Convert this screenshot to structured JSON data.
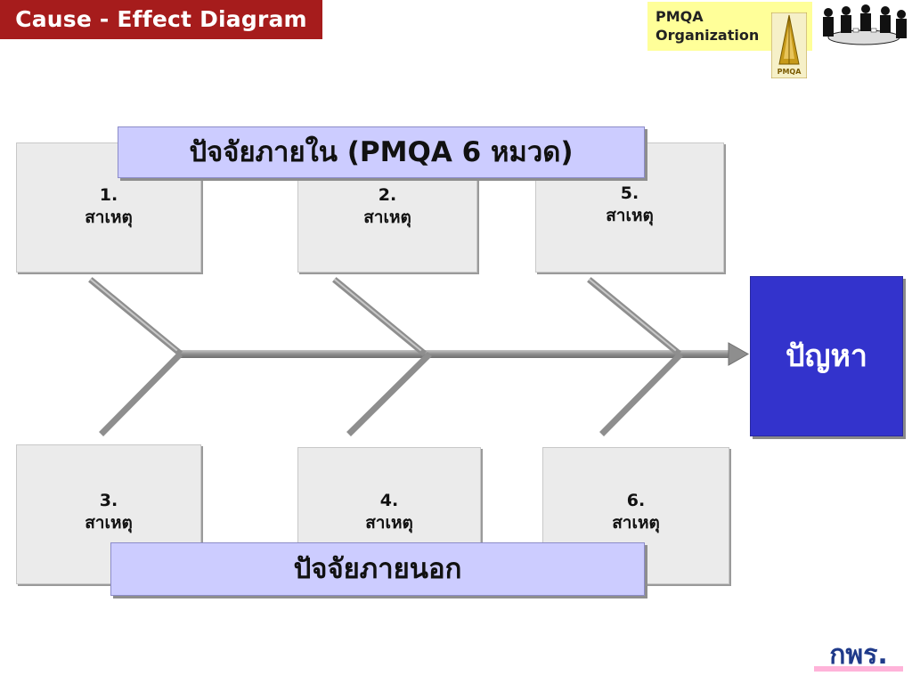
{
  "header": {
    "title": "Cause - Effect  Diagram"
  },
  "org_banner": {
    "line1": "PMQA",
    "line2": "Organization",
    "logo_text": "PMQA",
    "logo_icon": "pmqa-tower-logo-icon",
    "people_icon": "meeting-people-illustration"
  },
  "internal_factor": {
    "label": "ปัจจัยภายใน (PMQA 6 หมวด)"
  },
  "external_factor": {
    "label": "ปัจจัยภายนอก"
  },
  "causes": [
    {
      "num": "1.",
      "label": "สาเหตุ"
    },
    {
      "num": "2.",
      "label": "สาเหตุ"
    },
    {
      "num": "5.",
      "label": "สาเหตุ"
    },
    {
      "num": "3.",
      "label": "สาเหตุ"
    },
    {
      "num": "4.",
      "label": "สาเหตุ"
    },
    {
      "num": "6.",
      "label": "สาเหตุ"
    }
  ],
  "problem": {
    "label": "ปัญหา"
  },
  "footer": {
    "logo_text": "กพร.",
    "logo_icon": "opdc-logo-icon"
  },
  "colors": {
    "title_bg": "#a61c1c",
    "banner_bg": "#ffff99",
    "factor_bg": "#ccccff",
    "cause_bg": "#ebebeb",
    "problem_bg": "#3333cc",
    "bone": "#9c9c9c"
  }
}
